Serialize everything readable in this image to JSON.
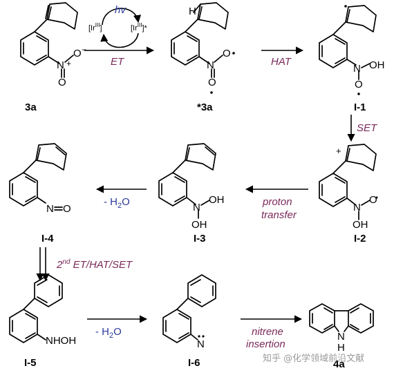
{
  "colors": {
    "step_label": "#7a2a5a",
    "blue_label": "#2a3a9a",
    "watermark": "#9a9a9a"
  },
  "photocatalyst": {
    "light": "hv",
    "ground": "[Ir",
    "ground_sup": "III",
    "ground_close": "]",
    "excited": "[Ir",
    "excited_sup": "III",
    "excited_close": "]*"
  },
  "compounds": {
    "c3a": {
      "id": "3a",
      "atoms": [
        "N",
        "O",
        "O",
        "+",
        "−"
      ]
    },
    "c3a_star": {
      "id": "*3a",
      "atoms": [
        "H",
        "N",
        "O",
        "O"
      ]
    },
    "cI1": {
      "id": "I-1",
      "atoms": [
        "N",
        "OH",
        "O"
      ]
    },
    "cI2": {
      "id": "I-2",
      "atoms": [
        "+",
        "N",
        "O",
        "OH"
      ]
    },
    "cI3": {
      "id": "I-3",
      "atoms": [
        "N",
        "OH",
        "OH"
      ]
    },
    "cI4": {
      "id": "I-4",
      "atoms": [
        "N",
        "O"
      ]
    },
    "cI5": {
      "id": "I-5",
      "atoms": [
        "NHOH"
      ]
    },
    "cI6": {
      "id": "I-6",
      "atoms": [
        "N"
      ]
    },
    "c4a": {
      "id": "4a",
      "atoms": [
        "N",
        "H"
      ]
    }
  },
  "steps": {
    "et": "ET",
    "hat": "HAT",
    "set": "SET",
    "proton_transfer_1": "proton",
    "proton_transfer_2": "transfer",
    "water_loss_1": "- H",
    "water_loss_1_sub": "2",
    "water_loss_1_tail": "O",
    "cascade_prefix": "2",
    "cascade_sup": "nd",
    "cascade_rest": " ET/HAT/SET",
    "water_loss_2": "- H",
    "water_loss_2_sub": "2",
    "water_loss_2_tail": "O",
    "nitrene_1": "nitrene",
    "nitrene_2": "insertion"
  },
  "watermark": "知乎 @化学领域前沿文献"
}
